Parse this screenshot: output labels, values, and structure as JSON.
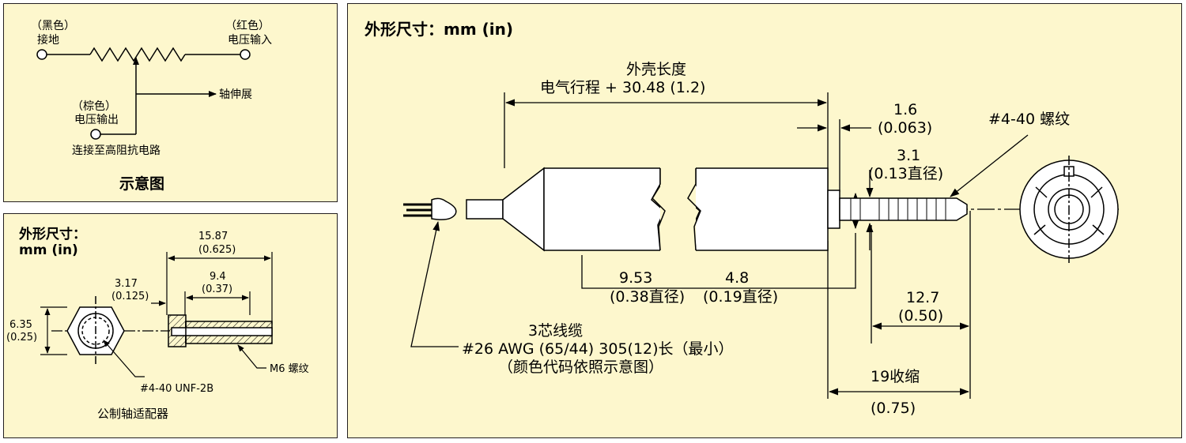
{
  "schematic": {
    "gnd_color": "（黑色）",
    "gnd_label": "接地",
    "vin_color": "（红色）",
    "vin_label": "电压输入",
    "shaft_label": "轴伸展",
    "out_color": "（棕色）",
    "out_label": "电压输出",
    "connect_note": "连接至高阻抗电路",
    "caption": "示意图"
  },
  "adapter": {
    "title_line1": "外形尺寸：",
    "title_line2": "mm (in)",
    "dim_len": "15.87",
    "dim_len_in": "(0.625)",
    "dim_head": "3.17",
    "dim_head_in": "(0.125)",
    "dim_thread": "9.4",
    "dim_thread_in": "(0.37)",
    "dim_hex": "6.35",
    "dim_hex_in": "(0.25)",
    "thread_label": "M6 螺纹",
    "bore_label": "#4-40 UNF-2B",
    "caption": "公制轴适配器"
  },
  "sensor": {
    "title": "外形尺寸：mm (in)",
    "housing_label": "外壳长度",
    "housing_formula": "电气行程 + 30.48 (1.2)",
    "dim_flange": "1.6",
    "dim_flange_in": "(0.063)",
    "thread_label": "#4-40 螺纹",
    "dim_rod": "3.1",
    "dim_rod_in": "(0.13直径)",
    "dim_body": "9.53",
    "dim_body_in": "(0.38直径)",
    "dim_neck": "4.8",
    "dim_neck_in": "(0.19直径)",
    "dim_ext": "12.7",
    "dim_ext_in": "(0.50)",
    "cable_line1": "3芯线缆",
    "cable_line2": "#26 AWG (65/44) 305(12)长（最小）",
    "cable_line3": "（颜色代码依照示意图）",
    "dim_retract": "19收缩",
    "dim_retract_in": "(0.75)"
  }
}
